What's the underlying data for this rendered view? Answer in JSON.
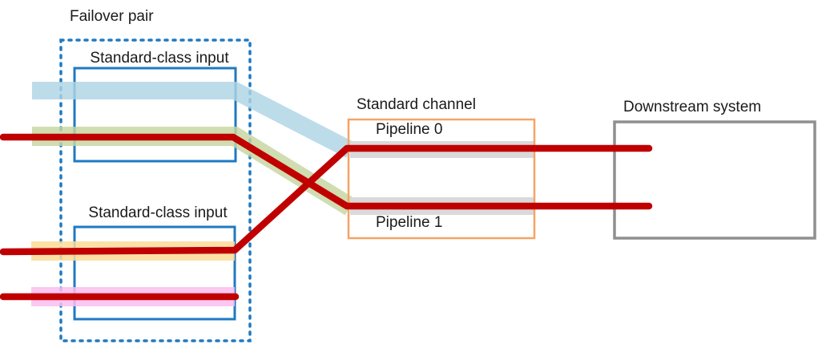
{
  "labels": {
    "failover_pair": "Failover pair",
    "input_top": "Standard-class input",
    "input_bottom": "Standard-class input",
    "standard_channel": "Standard channel",
    "pipeline_0": "Pipeline 0",
    "pipeline_1": "Pipeline 1",
    "downstream_system": "Downstream system"
  },
  "colors": {
    "box_blue": "#1f7ac2",
    "channel_orange": "#f5a466",
    "downstream_gray": "#8f8f8f",
    "pipeline_band_gray": "#d9d9d9",
    "connection_red": "#c00000",
    "stream_blue": "#aed4e5",
    "stream_green": "#c4d5a0",
    "stream_yellow": "#fbdc98",
    "stream_pink": "#fcbdf0",
    "text": "#1a1a1a"
  }
}
